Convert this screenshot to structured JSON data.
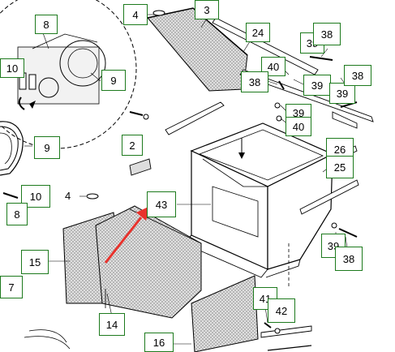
{
  "diagram": {
    "callouts": {
      "c8_top": "8",
      "c9_inset": "9",
      "c10_inset": "10",
      "c4_top": "4",
      "c3": "3",
      "c24": "24",
      "c39_a": "39",
      "c38_a": "38",
      "c40_a": "40",
      "c38_b": "38",
      "c39_b": "39",
      "c39_c": "39",
      "c38_c": "38",
      "c39_d": "39",
      "c40_b": "40",
      "c9_left": "9",
      "c2": "2",
      "c26": "26",
      "c25": "25",
      "c10_left": "10",
      "c8_left": "8",
      "c4_mid": "4",
      "c43": "43",
      "c39_e": "39",
      "c38_e": "38",
      "c15": "15",
      "c7": "7",
      "c41": "41",
      "c42": "42",
      "c14": "14",
      "c16": "16"
    },
    "colors": {
      "callout_border": "#1d7a1d",
      "line": "#000000",
      "arrow": "#e8322c",
      "mesh": "#cfcfcf"
    }
  }
}
